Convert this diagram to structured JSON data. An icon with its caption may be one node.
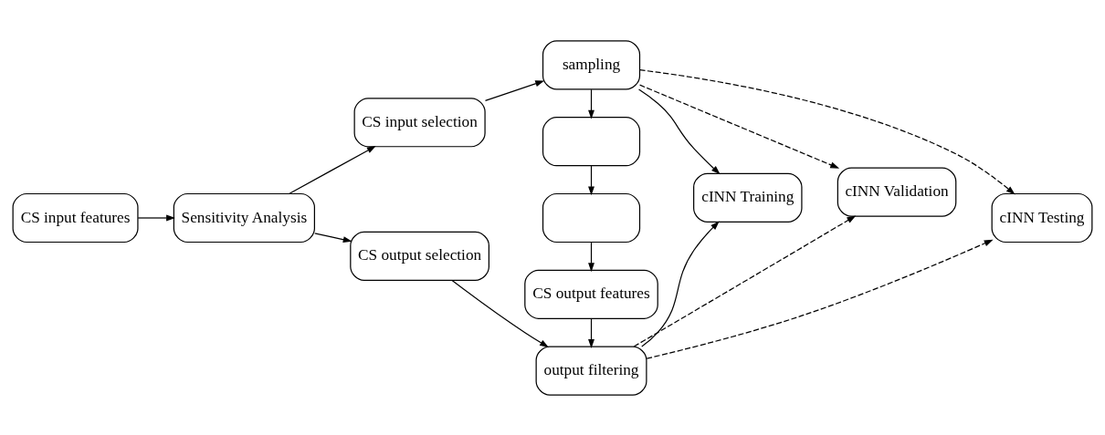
{
  "diagram": {
    "nodes": [
      {
        "text": [
          "CS input features"
        ]
      },
      {
        "text": [
          "Sensitivity Analysis"
        ]
      },
      {
        "text": [
          "CS input selection"
        ]
      },
      {
        "text": [
          "sampling"
        ]
      },
      {
        "text": [],
        "shape": "box"
      },
      {
        "text": [],
        "shape": "box"
      },
      {
        "text": [
          "CS output features"
        ]
      },
      {
        "text": [
          "CS output selection"
        ]
      },
      {
        "text": [
          "output filtering"
        ]
      },
      {
        "text": [
          "cINN Training"
        ]
      },
      {
        "text": [
          "cINN Validation"
        ]
      },
      {
        "text": [
          "cINN Testing"
        ]
      }
    ],
    "edges": [
      {
        "from": 0,
        "to": 1,
        "arrow": "to"
      },
      {
        "from": 1,
        "to": 2,
        "arrow": "to"
      },
      {
        "from": 1,
        "to": 7,
        "arrow": "to"
      },
      {
        "from": 2,
        "to": 3,
        "arrow": "to"
      },
      {
        "from": 3,
        "to": 4,
        "arrow": "to"
      },
      {
        "from": 4,
        "to": 5,
        "arrow": "to"
      },
      {
        "from": 5,
        "to": 6,
        "arrow": "to"
      },
      {
        "from": 6,
        "to": 8,
        "arrow": "to"
      },
      {
        "from": 7,
        "to": 8,
        "arrow": "to"
      },
      {
        "from": 3,
        "to": 9,
        "arrow": "to"
      },
      {
        "from": 3,
        "to": 10,
        "arrow": "to",
        "style": "dashed"
      },
      {
        "from": 3,
        "to": 11,
        "arrow": "to",
        "style": "dashed"
      },
      {
        "from": 8,
        "to": 9,
        "arrow": "to"
      },
      {
        "from": 8,
        "to": 10,
        "arrow": "to",
        "style": "dashed"
      },
      {
        "from": 8,
        "to": 11,
        "arrow": "to",
        "style": "dashed"
      }
    ]
  }
}
